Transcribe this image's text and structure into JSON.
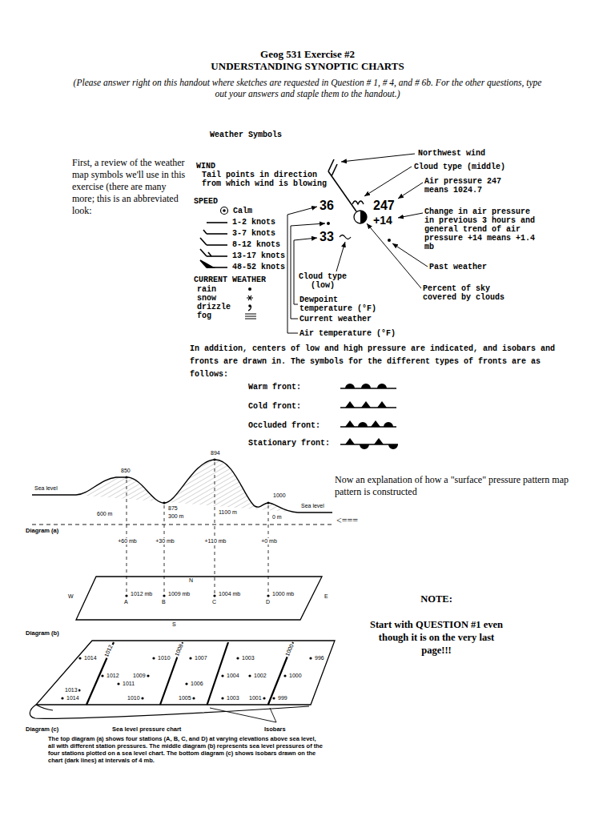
{
  "diagram": {
    "title": "UNDERSTANDING SYNOPTIC CHARTS",
    "caption": "The top diagram (a) shows four stations (A, B, C, and D) at varying elevations above sea level, all with different station pressures. The middle diagram (b) represents sea level pressures of the four stations plotted on a sea level chart. The bottom diagram (c) shows isobars drawn on the chart (dark lines) at intervals of 4 mb.",
    "nodes": [
      {
        "text": [
          "N",
          "W",
          "E",
          "S",
          "1012 mb",
          "A",
          "1009 mb",
          "B",
          "1004 mb",
          "C",
          "1000 mb",
          "D"
        ]
      },
      {
        "text": [
          "1014",
          "1012",
          "1010",
          "1008",
          "1007",
          "1003",
          "1000",
          "996",
          "1012",
          "1009",
          "1004",
          "1002",
          "1000",
          "1011",
          "1006",
          "1013",
          "1014",
          "1010",
          "1005",
          "1003",
          "1001",
          "999"
        ]
      }
    ],
    "labels": [
      "Geog 531 Exercise #2",
      "(Please answer right on this handout where sketches are requested in Question # 1, # 4, and # 6b. For the other questions, type out your answers and staple them to the handout.)",
      "First, a review of the weather map symbols we'll use in this exercise (there are many more; this is an abbreviated look:",
      "Weather Symbols",
      "WIND",
      "Tail points in direction from which wind is blowing",
      "SPEED",
      "CURRENT WEATHER",
      "36",
      "247",
      "+14",
      "33",
      "Northwest wind",
      "Cloud type (middle)",
      "Air pressure 247 means 1024.7",
      "Change in air pressure in previous 3 hours and general trend of air pressure +14 means +1.4 mb",
      "Past weather",
      "Percent of sky covered by clouds",
      "Cloud type (low)",
      "Dewpoint temperature (°F)",
      "Current weather",
      "Air temperature (°F)",
      "In addition, centers of low and high pressure are indicated, and isobars and fronts are drawn in. The symbols for the different types of fronts are as follows:",
      "850",
      "875",
      "894",
      "1000",
      "Sea level",
      "Sea level",
      "600 m",
      "300 m",
      "1100 m",
      "0 m",
      "Diagram (a)",
      "+60 mb",
      "+30 mb",
      "+110 mb",
      "+0 mb",
      "Diagram (b)",
      "Diagram (c)",
      "Sea level pressure chart",
      "Isobars",
      "Now an explanation of how a \"surface\" pressure pattern map pattern is constructed",
      "<===",
      "NOTE:",
      "Start with QUESTION #1 even though it is on the very last page!!!"
    ],
    "legend": [
      {
        "text": "Calm"
      },
      {
        "text": "1-2 knots"
      },
      {
        "text": "3-7 knots"
      },
      {
        "text": "8-12 knots"
      },
      {
        "text": "13-17 knots"
      },
      {
        "text": "48-52 knots"
      },
      {
        "text": "rain"
      },
      {
        "text": "snow"
      },
      {
        "text": "drizzle"
      },
      {
        "text": "fog"
      },
      {
        "text": "Warm front:"
      },
      {
        "text": "Cold front:"
      },
      {
        "text": "Occluded front:"
      },
      {
        "text": "Stationary front:"
      }
    ]
  }
}
